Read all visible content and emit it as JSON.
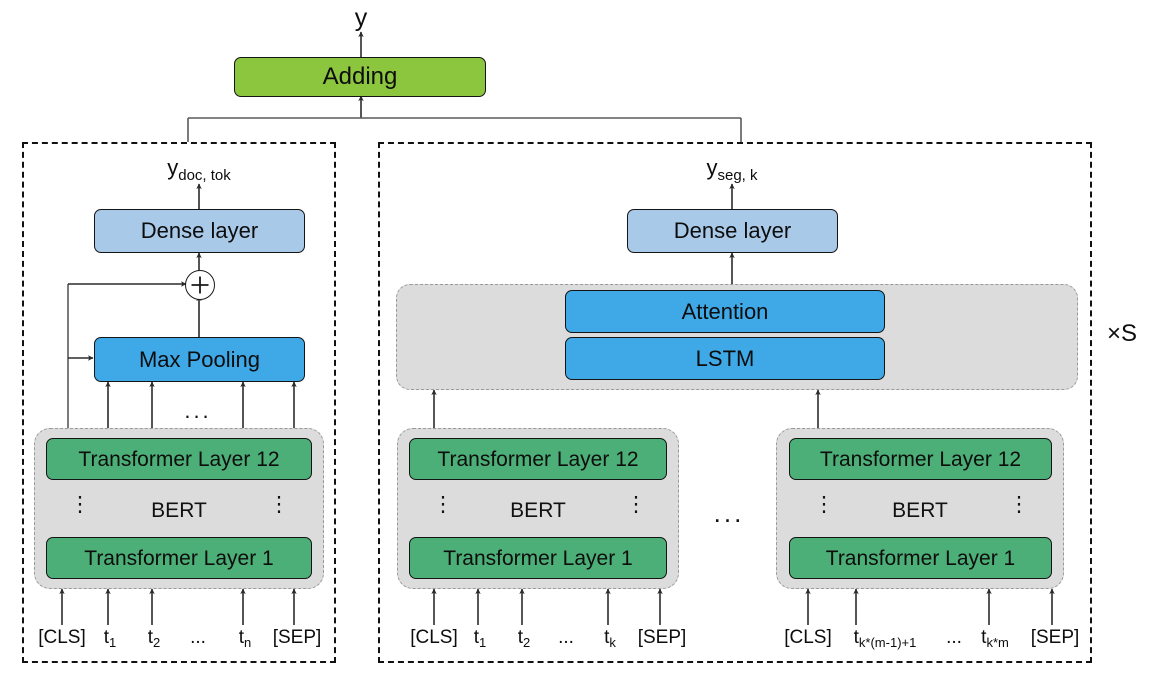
{
  "diagram": {
    "output_label": "y",
    "repeat_label": "×S",
    "adding": {
      "label": "Adding"
    },
    "colors": {
      "adding_green": "#8CC63F",
      "transformer_green": "#4CAF77",
      "bright_blue": "#3FA9E8",
      "light_blue": "#A9C9E8",
      "group_gray": "#DCDCDC",
      "stroke": "#141414"
    },
    "left_panel": {
      "name": "document-token-branch",
      "output_label": "y",
      "output_sub": "doc, tok",
      "dense": {
        "label": "Dense layer"
      },
      "sum_node": {
        "label": "⊕"
      },
      "pooling": {
        "label": "Max Pooling"
      },
      "pool_ellipsis": "...",
      "bert": {
        "title": "BERT",
        "top_layer": "Transformer Layer 12",
        "bottom_layer": "Transformer Layer 1",
        "vdots": "⋮"
      },
      "tokens": [
        "[CLS]",
        "t",
        "t",
        "...",
        "t",
        "[SEP]"
      ],
      "token_items": [
        {
          "base": "[CLS]",
          "sub": ""
        },
        {
          "base": "t",
          "sub": "1"
        },
        {
          "base": "t",
          "sub": "2"
        },
        {
          "base": "...",
          "sub": ""
        },
        {
          "base": "t",
          "sub": "n"
        },
        {
          "base": "[SEP]",
          "sub": ""
        }
      ]
    },
    "right_panel": {
      "name": "segment-branch",
      "output_label": "y",
      "output_sub": "seg, k",
      "dense": {
        "label": "Dense layer"
      },
      "attention": {
        "label": "Attention"
      },
      "lstm": {
        "label": "LSTM"
      },
      "segment_ellipsis": "...",
      "bert_first": {
        "title": "BERT",
        "top_layer": "Transformer Layer 12",
        "bottom_layer": "Transformer Layer 1",
        "vdots": "⋮"
      },
      "bert_last": {
        "title": "BERT",
        "top_layer": "Transformer Layer 12",
        "bottom_layer": "Transformer Layer 1",
        "vdots": "⋮"
      },
      "tokens_first": [
        {
          "base": "[CLS]",
          "sub": ""
        },
        {
          "base": "t",
          "sub": "1"
        },
        {
          "base": "t",
          "sub": "2"
        },
        {
          "base": "...",
          "sub": ""
        },
        {
          "base": "t",
          "sub": "k"
        },
        {
          "base": "[SEP]",
          "sub": ""
        }
      ],
      "tokens_last": [
        {
          "base": "[CLS]",
          "sub": ""
        },
        {
          "base": "t",
          "sub": "k*(m-1)+1"
        },
        {
          "base": "...",
          "sub": ""
        },
        {
          "base": "t",
          "sub": "k*m"
        },
        {
          "base": "[SEP]",
          "sub": ""
        }
      ]
    }
  }
}
